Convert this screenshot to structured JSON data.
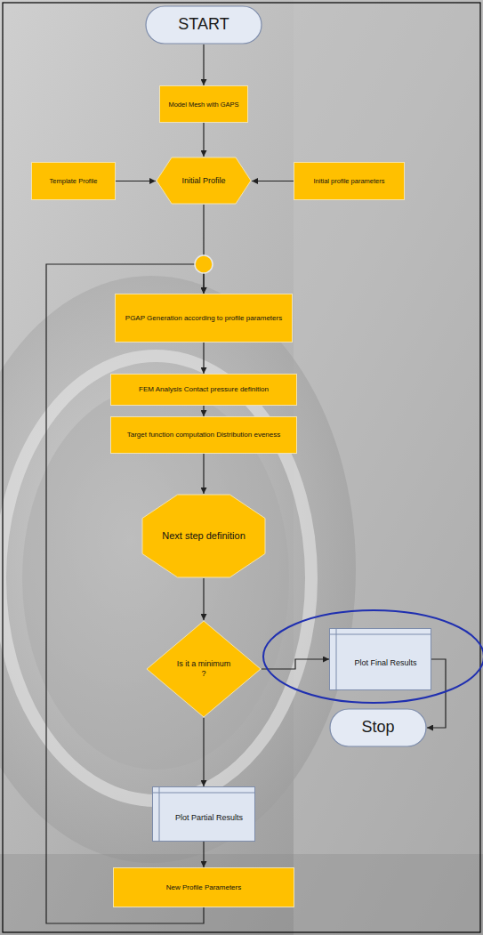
{
  "diagram": {
    "nodes": [
      {
        "text": [
          "START"
        ]
      },
      {
        "text": [
          "Model Mesh with GAPS"
        ]
      },
      {
        "text": [
          "Template Profile"
        ]
      },
      {
        "text": [
          "Initial Profile"
        ]
      },
      {
        "text": [
          "Initial profile parameters"
        ]
      },
      {
        "text": [
          "PGAP Generation according to profile parameters"
        ]
      },
      {
        "text": [
          "FEM Analysis Contact pressure definition"
        ]
      },
      {
        "text": [
          "Target function computation Distribution eveness"
        ]
      },
      {
        "text": [
          "Next step definition"
        ]
      },
      {
        "text": [
          "Is it a minimum ?"
        ]
      },
      {
        "text": [
          "Plot Final Results"
        ]
      },
      {
        "text": [
          "Stop"
        ]
      },
      {
        "text": [
          "Plot Partial Results"
        ]
      },
      {
        "text": [
          "New Profile Parameters"
        ]
      }
    ],
    "edges": [
      {
        "from": 0,
        "to": 1,
        "arrow": "to"
      },
      {
        "from": 1,
        "to": 3,
        "arrow": "to"
      },
      {
        "from": 2,
        "to": 3,
        "arrow": "to"
      },
      {
        "from": 4,
        "to": 3,
        "arrow": "to"
      },
      {
        "from": 3,
        "to": 5,
        "arrow": "to"
      },
      {
        "from": 5,
        "to": 6,
        "arrow": "to"
      },
      {
        "from": 6,
        "to": 7,
        "arrow": "to"
      },
      {
        "from": 7,
        "to": 8,
        "arrow": "to"
      },
      {
        "from": 8,
        "to": 9,
        "arrow": "to"
      },
      {
        "from": 9,
        "to": 10,
        "arrow": "to"
      },
      {
        "from": 10,
        "to": 11,
        "arrow": "to"
      },
      {
        "from": 9,
        "to": 12,
        "arrow": "to"
      },
      {
        "from": 12,
        "to": 13,
        "arrow": "to"
      },
      {
        "from": 13,
        "to": 5,
        "arrow": "to"
      }
    ]
  }
}
